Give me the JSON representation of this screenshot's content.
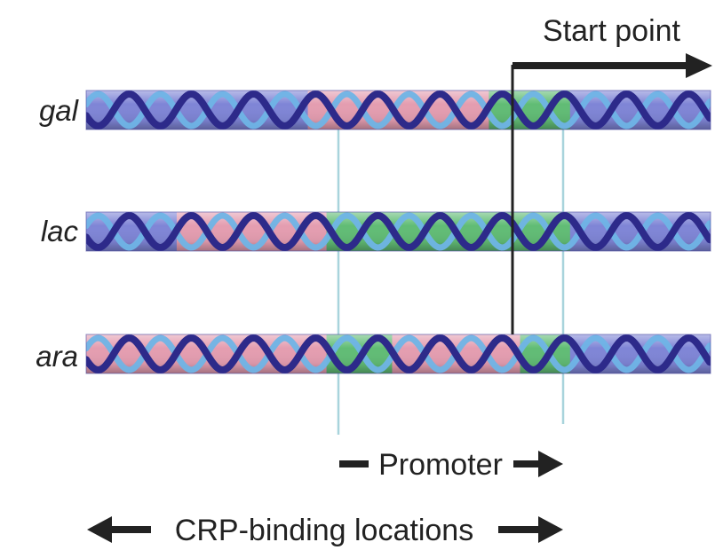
{
  "start_point": {
    "label": "Start point"
  },
  "genes": [
    {
      "name": "gal",
      "regions": [
        {
          "type": "crp",
          "start": 0.355,
          "end": 0.645
        },
        {
          "type": "promoter",
          "start": 0.645,
          "end": 0.775
        }
      ]
    },
    {
      "name": "lac",
      "regions": [
        {
          "type": "crp",
          "start": 0.145,
          "end": 0.385
        },
        {
          "type": "promoter",
          "start": 0.385,
          "end": 0.775
        }
      ]
    },
    {
      "name": "ara",
      "regions": [
        {
          "type": "crp",
          "start": 0.0,
          "end": 0.385
        },
        {
          "type": "promoter",
          "start": 0.385,
          "end": 0.49
        },
        {
          "type": "crp",
          "start": 0.49,
          "end": 0.695
        },
        {
          "type": "promoter",
          "start": 0.695,
          "end": 0.775
        }
      ]
    }
  ],
  "promoter_range": {
    "label": "Promoter"
  },
  "crp_range": {
    "label": "CRP-binding locations"
  },
  "colors": {
    "strand_dark": "#2d2a8a",
    "strand_light": "#6fb4e6",
    "rod_base": "#7f85d6",
    "crp_region": "#f0a0ac",
    "promoter_region": "#5ec26a",
    "guide_line": "#a8d4dc",
    "arrow": "#222222"
  }
}
